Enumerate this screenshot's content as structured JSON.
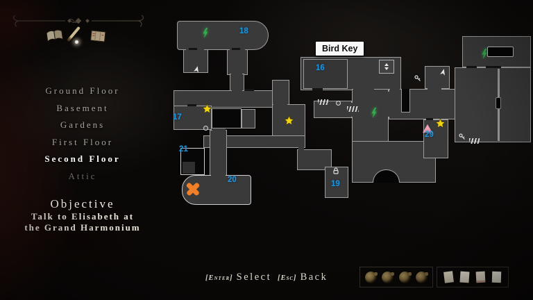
{
  "sidebar": {
    "tabs": [
      {
        "name": "journal-book"
      },
      {
        "name": "pencil",
        "selected": true
      },
      {
        "name": "letters"
      }
    ],
    "floors": [
      {
        "label": "Ground Floor",
        "selected": false
      },
      {
        "label": "Basement",
        "selected": false
      },
      {
        "label": "Gardens",
        "selected": false
      },
      {
        "label": "First Floor",
        "selected": false
      },
      {
        "label": "Second Floor",
        "selected": true
      },
      {
        "label": "Attic",
        "selected": false
      }
    ],
    "objective": {
      "title": "Objective",
      "line1": "Talk to Elisabeth at",
      "line2": "the Grand Harmonium"
    }
  },
  "map": {
    "tooltip": "Bird Key",
    "numbers": {
      "n16": "16",
      "n17": "17",
      "n18": "18",
      "n19": "19",
      "n20": "20",
      "n21": "21",
      "n29": "29"
    },
    "markers": {
      "lightning_count": 3,
      "star_count": 3,
      "pink_triangle_count": 1,
      "orange_x_count": 1
    },
    "colors": {
      "room_number": "#1e97da",
      "star": "#f2d40e",
      "lightning": "#2fae4a",
      "triangle": "#f2a2b8",
      "x_marker": "#f07f28",
      "room_fill": "#3a3a3a",
      "room_border": "#9e9e9e"
    }
  },
  "footer": {
    "enter_key": "[Enter]",
    "enter_label": "Select",
    "esc_key": "[Esc]",
    "esc_label": "Back",
    "trays": {
      "horns": 4,
      "papers": 4
    }
  }
}
